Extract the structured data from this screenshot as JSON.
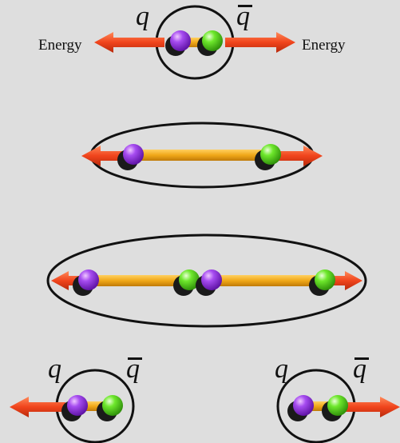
{
  "labels": {
    "energy_left": "Energy",
    "energy_right": "Energy",
    "quark": "q",
    "antiquark": "q"
  },
  "colors": {
    "background": "#dedede",
    "quark": "#9b30e8",
    "antiquark": "#5ee022",
    "string": "#f0a818",
    "arrow": "#f0441c",
    "outline": "#111111"
  },
  "stages": [
    {
      "name": "initial-pair",
      "labels": [
        "Energy",
        "q",
        "q",
        "Energy"
      ]
    },
    {
      "name": "stretched-string"
    },
    {
      "name": "string-breaks-new-pair"
    },
    {
      "name": "two-mesons",
      "labels": [
        "q",
        "q",
        "q",
        "q"
      ]
    }
  ]
}
